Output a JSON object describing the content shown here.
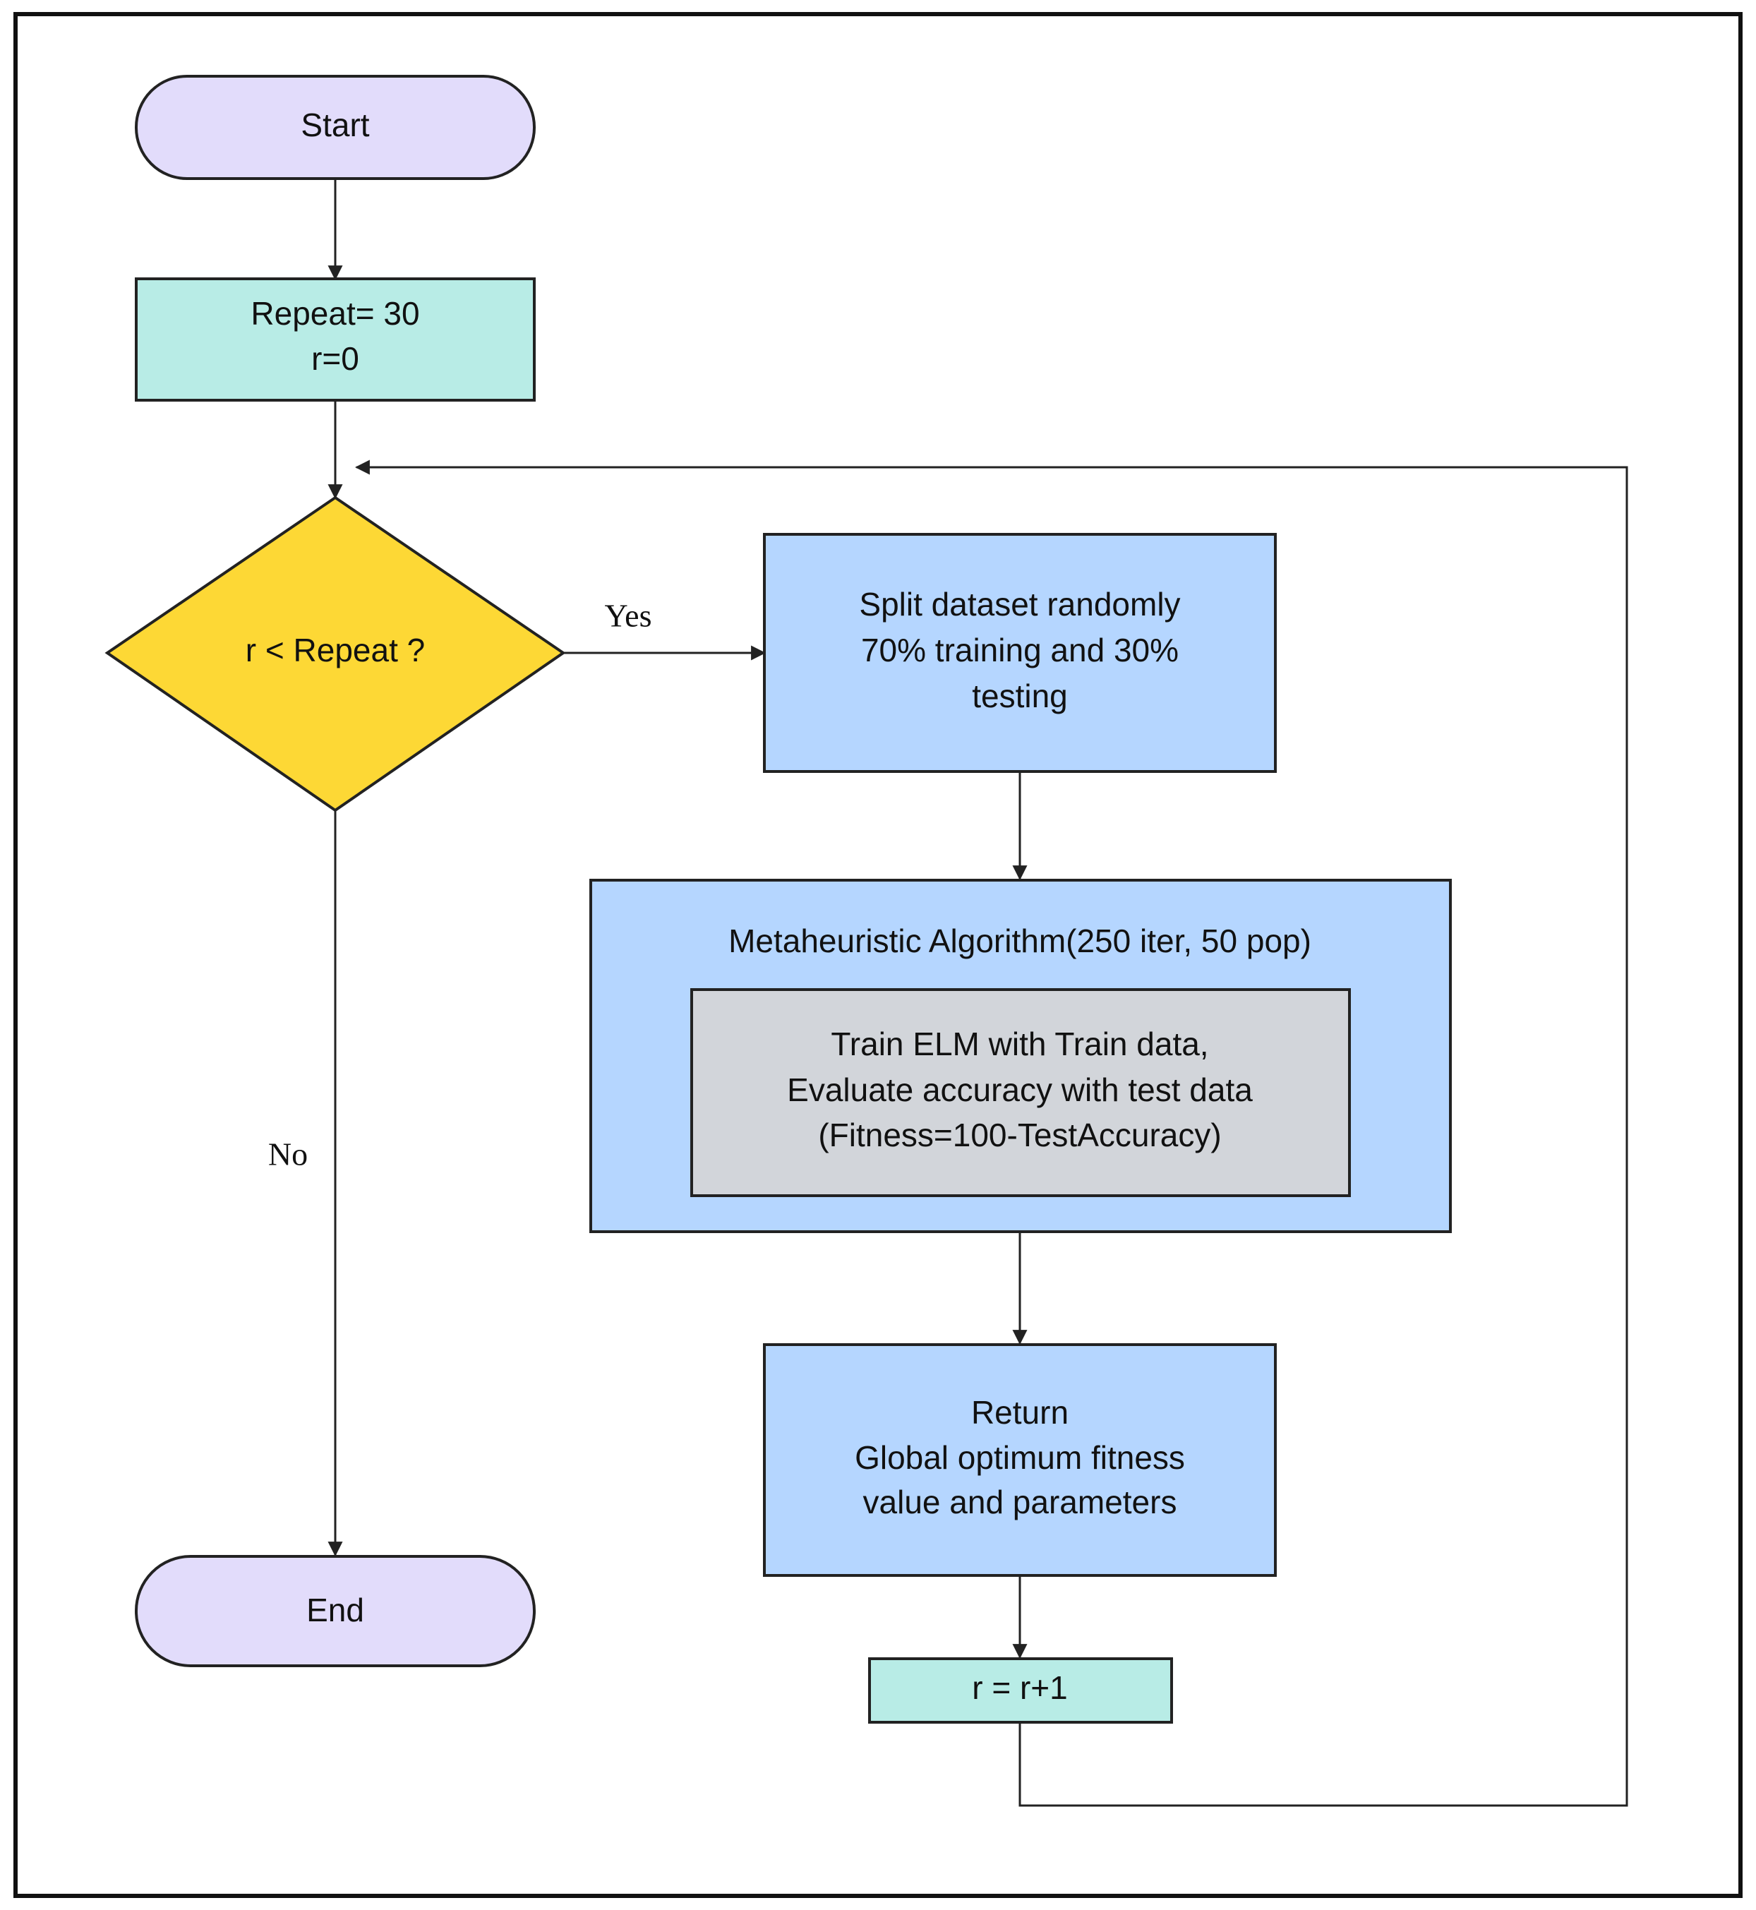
{
  "nodes": {
    "start": {
      "label": "Start",
      "fill": "#e2dcfb"
    },
    "init": {
      "lines": [
        "Repeat= 30",
        "r=0"
      ],
      "fill": "#b8ece6"
    },
    "decision": {
      "label": "r < Repeat ?",
      "fill": "#fdd835"
    },
    "split": {
      "lines": [
        "Split dataset randomly",
        "70% training and 30%",
        "testing"
      ],
      "fill": "#b5d6ff"
    },
    "metaheuristic": {
      "label": "Metaheuristic Algorithm(250 iter, 50 pop)",
      "fill": "#b5d6ff"
    },
    "train": {
      "lines": [
        "Train ELM with Train data,",
        "Evaluate accuracy with test data",
        "(Fitness=100-TestAccuracy)"
      ],
      "fill": "#d2d5da"
    },
    "return": {
      "lines": [
        "Return",
        "Global optimum fitness",
        "value and parameters"
      ],
      "fill": "#b5d6ff"
    },
    "increment": {
      "label": "r = r+1",
      "fill": "#b8ece6"
    },
    "end": {
      "label": "End",
      "fill": "#e2dcfb"
    }
  },
  "edges": {
    "yes_label": "Yes",
    "no_label": "No"
  }
}
